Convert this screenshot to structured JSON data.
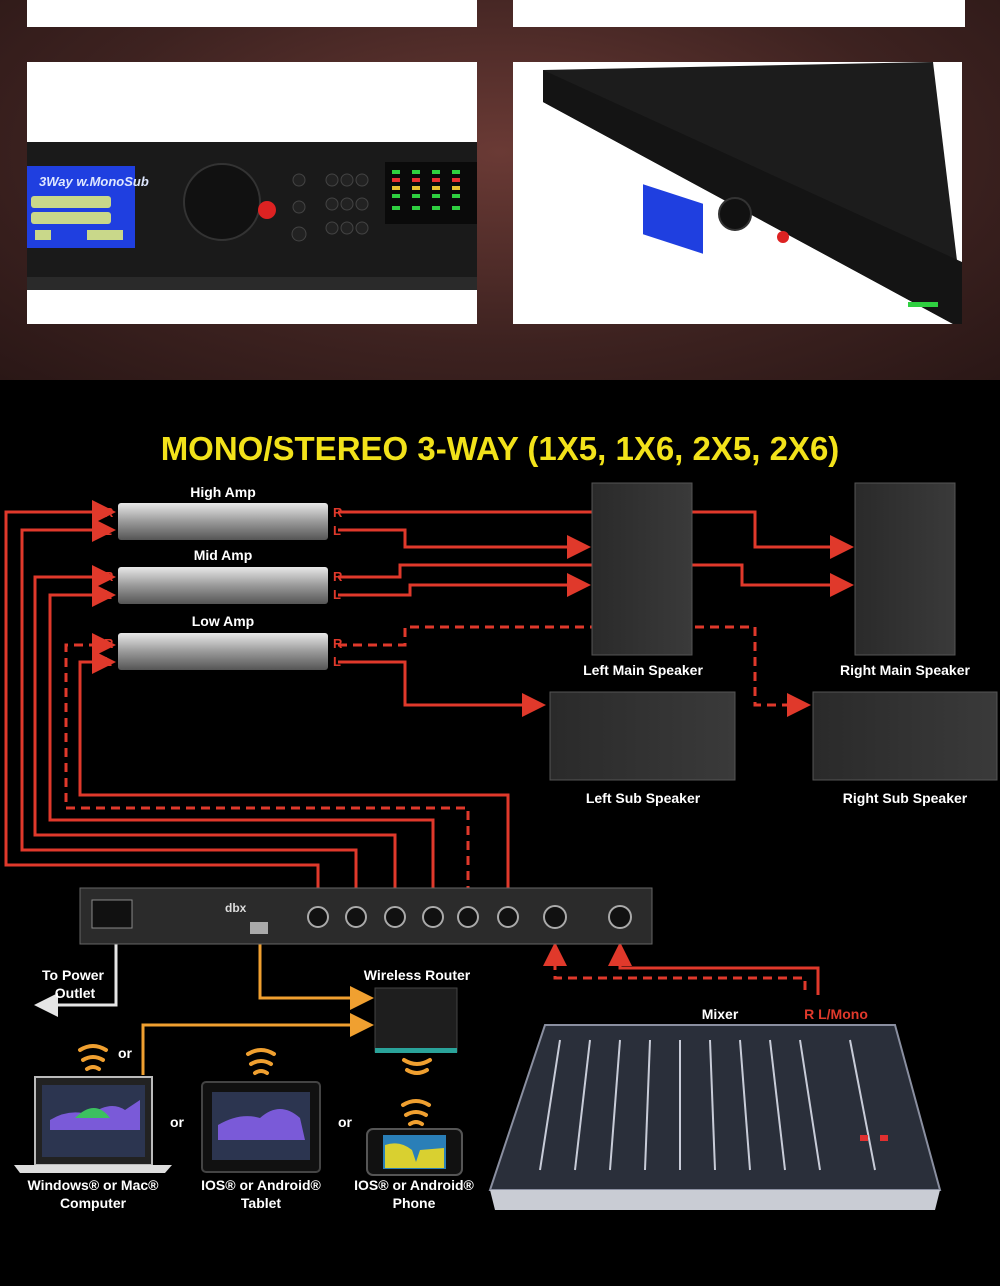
{
  "gallery": {
    "device_screen_text": "3Way w.MonoSub"
  },
  "diagram": {
    "title": "MONO/STEREO 3-WAY (1X5, 1X6, 2X5, 2X6)",
    "amps": [
      {
        "label": "High Amp"
      },
      {
        "label": "Mid Amp"
      },
      {
        "label": "Low Amp"
      }
    ],
    "channel_r": "R",
    "channel_l": "L",
    "speakers": {
      "left_main": "Left Main Speaker",
      "right_main": "Right Main Speaker",
      "left_sub": "Left Sub Speaker",
      "right_sub": "Right Sub Speaker"
    },
    "processor_brand": "dbx",
    "power": {
      "line1": "To Power",
      "line2": "Outlet"
    },
    "router": "Wireless Router",
    "mixer": "Mixer",
    "mixer_outputs": "R L/Mono",
    "or": "or",
    "devices": {
      "computer": {
        "line1": "Windows® or Mac®",
        "line2": "Computer"
      },
      "tablet": {
        "line1": "IOS® or Android®",
        "line2": "Tablet"
      },
      "phone": {
        "line1": "IOS® or Android®",
        "line2": "Phone"
      }
    },
    "colors": {
      "title": "#f2e21a",
      "signal": "#e0392b",
      "network": "#f0a030",
      "power": "#e6e6e6"
    }
  }
}
